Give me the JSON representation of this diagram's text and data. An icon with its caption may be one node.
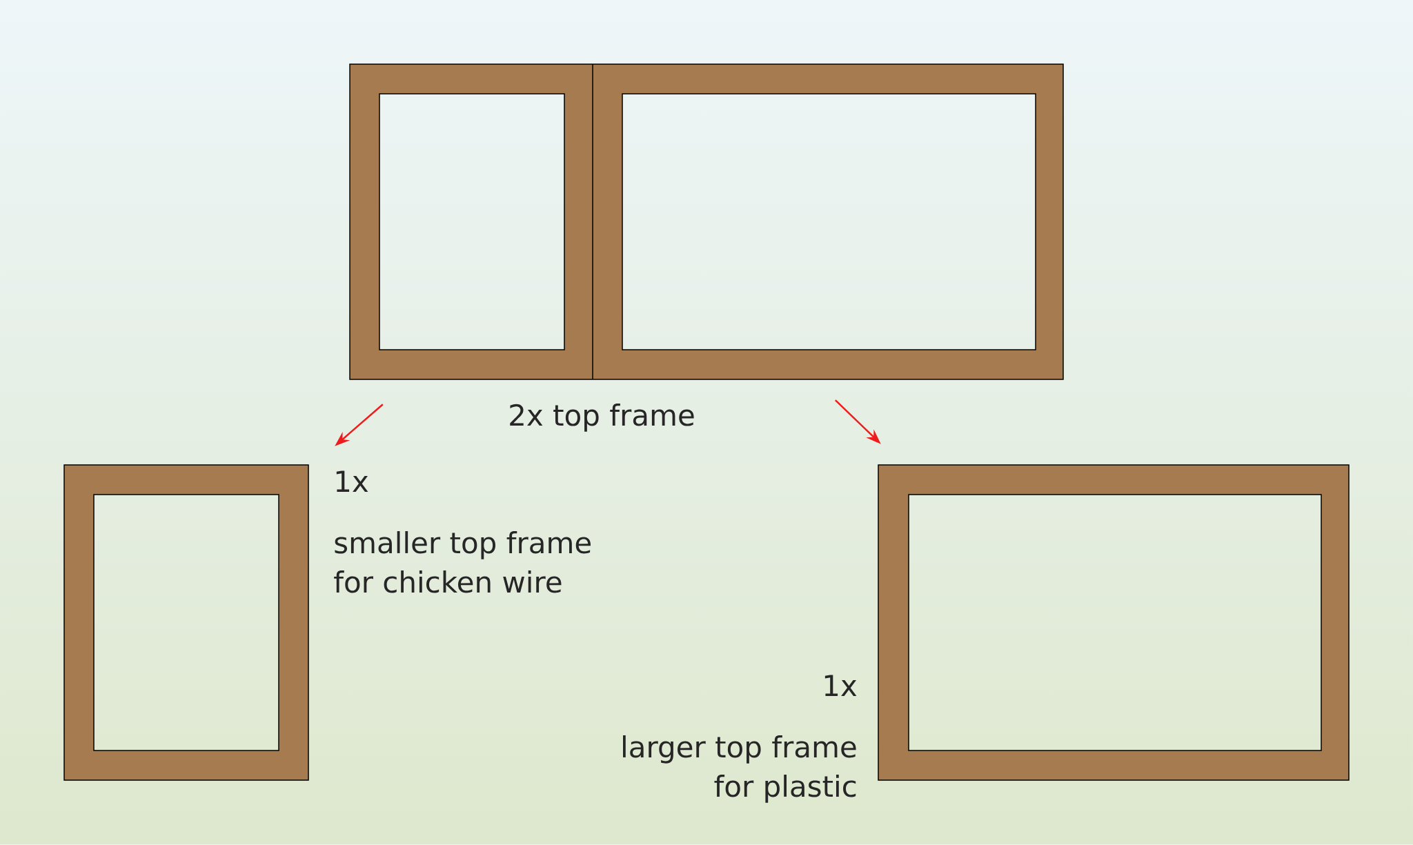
{
  "diagram": {
    "nodes": [
      {
        "text": [],
        "shape": "box",
        "beside": [
          "2x top frame"
        ]
      },
      {
        "text": [],
        "shape": "box",
        "beside": [
          "1x",
          "smaller top frame for chicken wire"
        ]
      },
      {
        "text": [],
        "shape": "box",
        "beside": [
          "1x",
          "larger top frame for plastic"
        ]
      }
    ],
    "edges": [
      {
        "from": 0,
        "to": 1,
        "arrow": "to",
        "color": "#ee1c1c"
      },
      {
        "from": 0,
        "to": 2,
        "arrow": "to",
        "color": "#ee1c1c"
      }
    ]
  }
}
